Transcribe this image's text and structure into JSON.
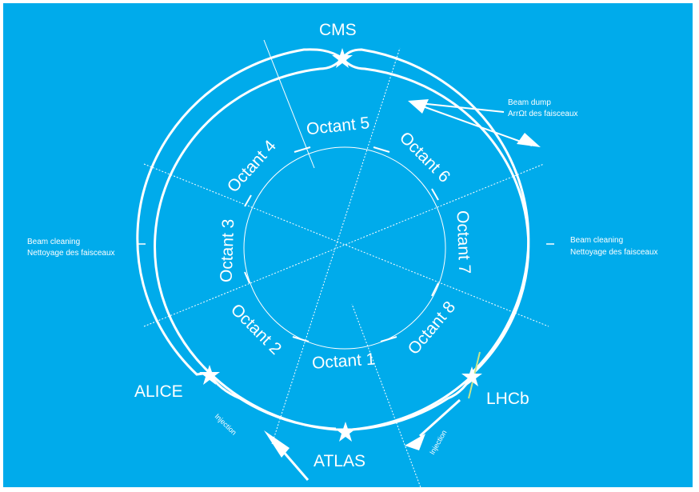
{
  "colors": {
    "background": "#00abeb",
    "lines": "#ffffff",
    "lhcb_accent": "#c8e68c"
  },
  "experiments": {
    "cms": "CMS",
    "atlas": "ATLAS",
    "alice": "ALICE",
    "lhcb": "LHCb"
  },
  "octants": {
    "o1": "Octant 1",
    "o2": "Octant 2",
    "o3": "Octant 3",
    "o4": "Octant 4",
    "o5": "Octant 5",
    "o6": "Octant 6",
    "o7": "Octant 7",
    "o8": "Octant 8"
  },
  "annotations": {
    "beam_dump_en": "Beam dump",
    "beam_dump_fr": "ArrΩt des faisceaux",
    "cleaning_left_en": "Beam cleaning",
    "cleaning_left_fr": "Nettoyage des faisceaux",
    "cleaning_right_en": "Beam cleaning",
    "cleaning_right_fr": "Nettoyage des faisceaux",
    "injection_left": "Injection",
    "injection_right": "Injection"
  },
  "icons": {
    "interaction_point": "star-icon",
    "beam_direction": "arrow-icon"
  }
}
